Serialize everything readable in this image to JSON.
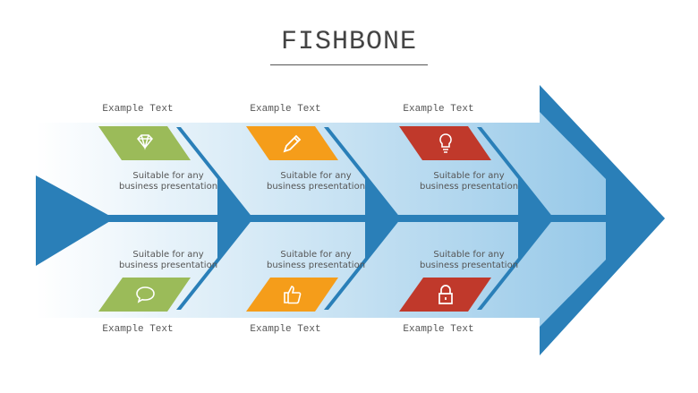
{
  "title": "FISHBONE",
  "colors": {
    "green": "#9bbb59",
    "orange": "#f59d1a",
    "red": "#c0392b",
    "blue": "#2a7fb8"
  },
  "top": [
    {
      "label": "Example Text",
      "desc1": "Suitable for any",
      "desc2": "business presentation",
      "icon": "diamond-icon",
      "color": "#9bbb59"
    },
    {
      "label": "Example Text",
      "desc1": "Suitable for any",
      "desc2": "business presentation",
      "icon": "pencil-icon",
      "color": "#f59d1a"
    },
    {
      "label": "Example Text",
      "desc1": "Suitable for any",
      "desc2": "business presentation",
      "icon": "lightbulb-icon",
      "color": "#c0392b"
    }
  ],
  "bottom": [
    {
      "label": "Example Text",
      "desc1": "Suitable for any",
      "desc2": "business presentation",
      "icon": "speech-bubble-icon",
      "color": "#9bbb59"
    },
    {
      "label": "Example Text",
      "desc1": "Suitable for any",
      "desc2": "business presentation",
      "icon": "thumbs-up-icon",
      "color": "#f59d1a"
    },
    {
      "label": "Example Text",
      "desc1": "Suitable for any",
      "desc2": "business presentation",
      "icon": "lock-icon",
      "color": "#c0392b"
    }
  ]
}
